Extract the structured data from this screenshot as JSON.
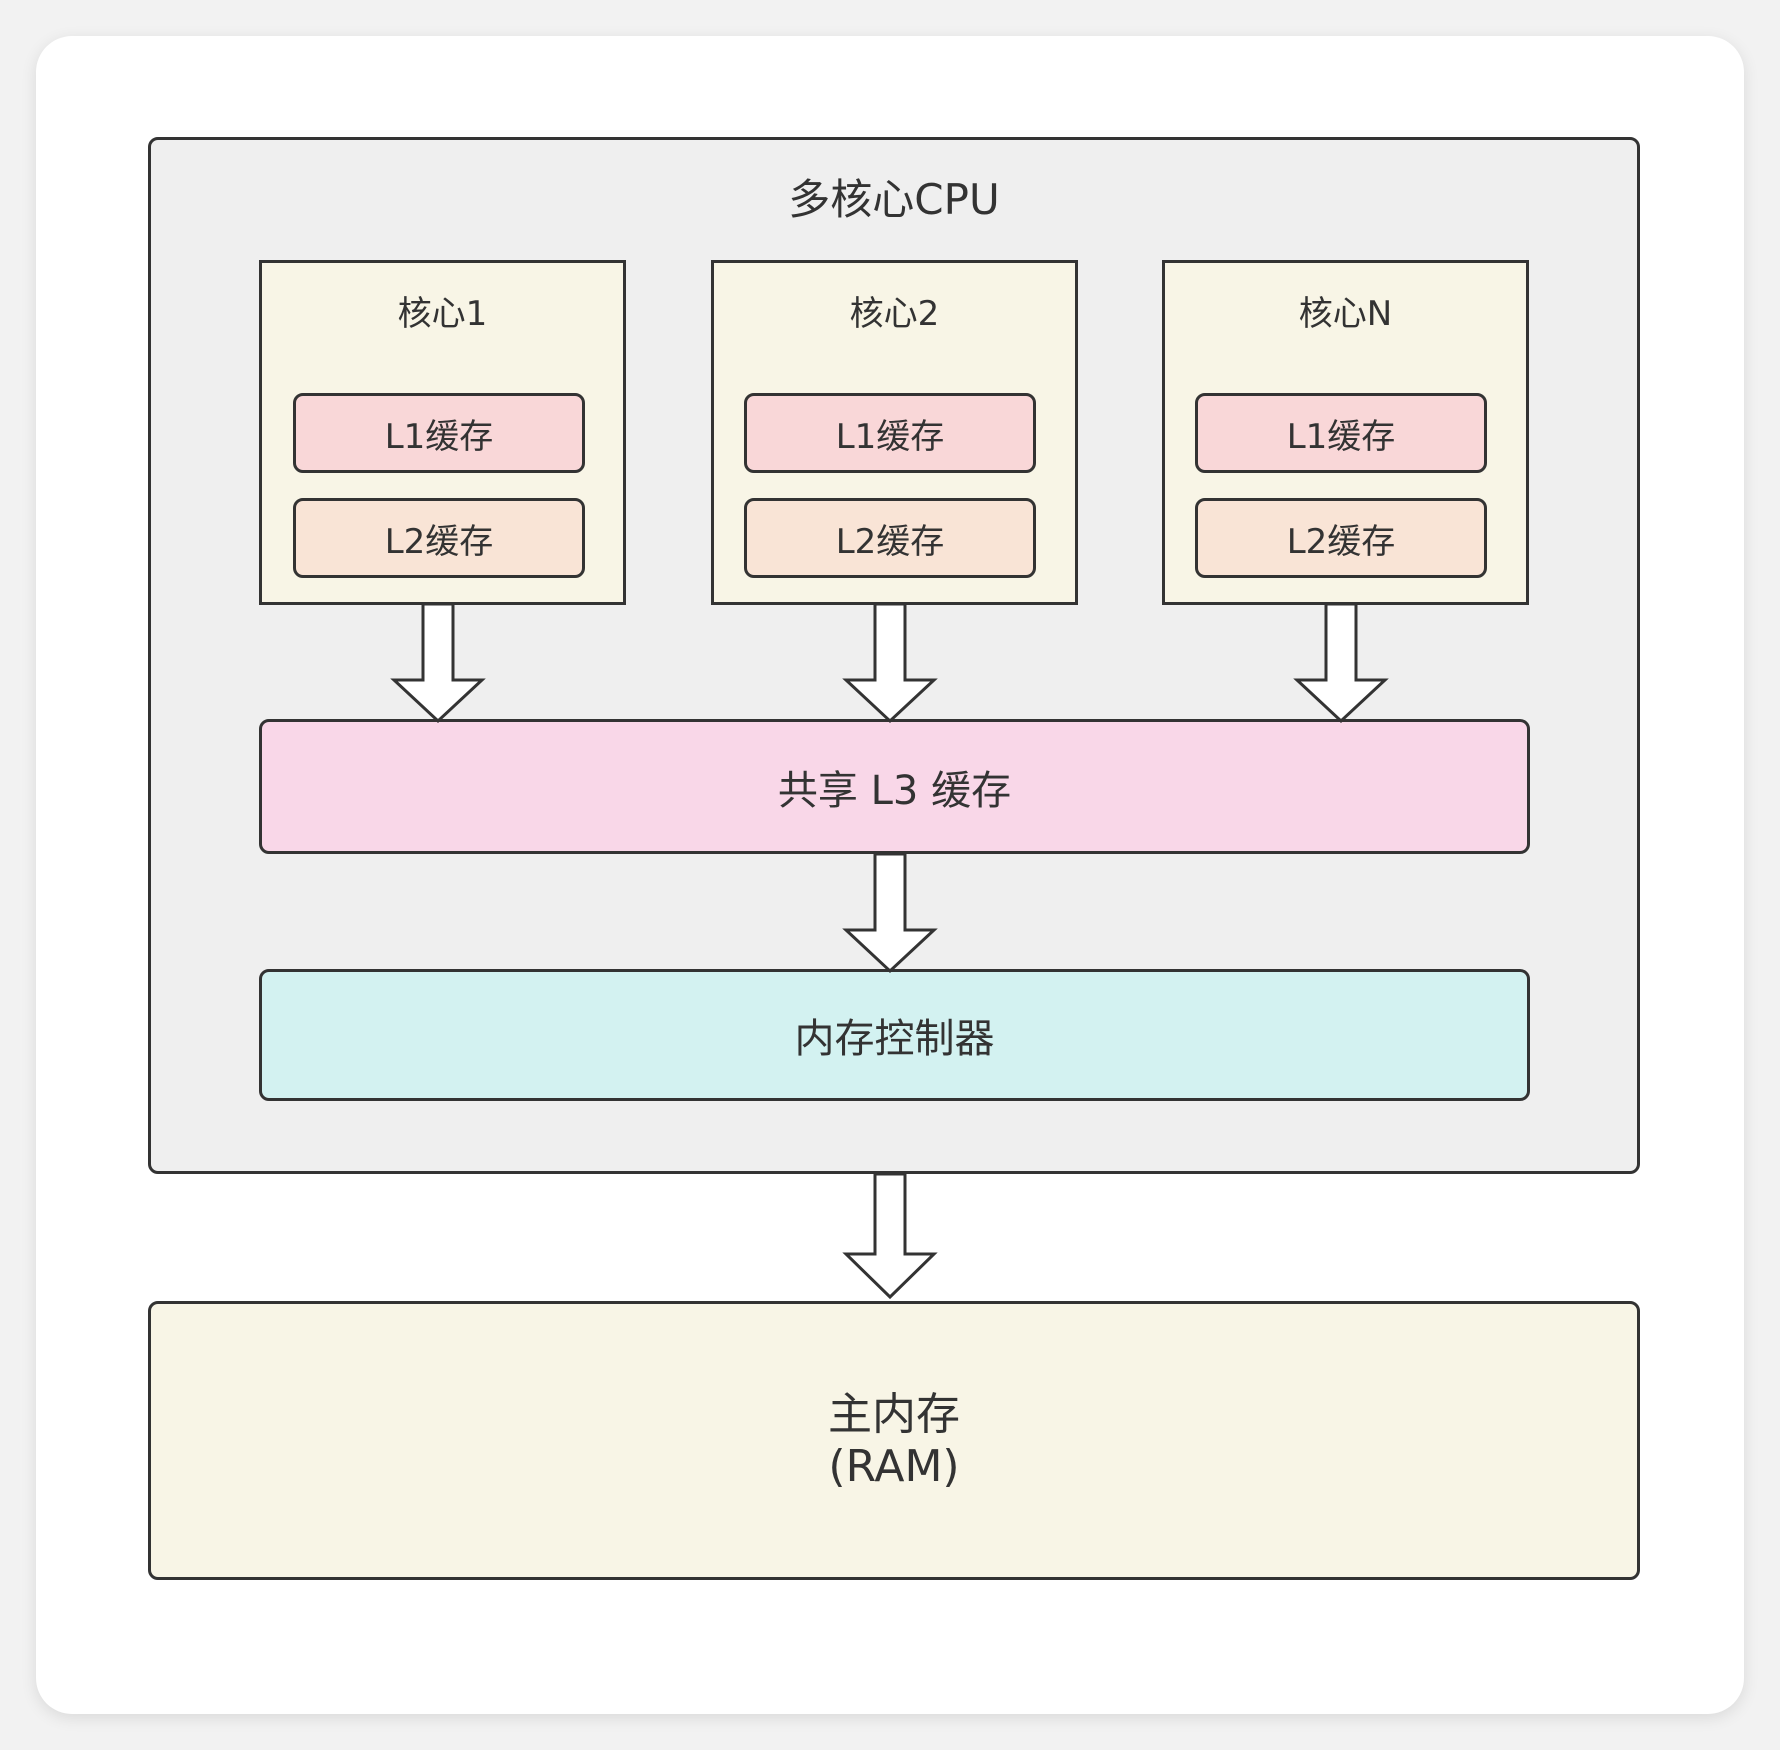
{
  "cpu": {
    "title": "多核心CPU"
  },
  "cores": [
    {
      "label": "核心1",
      "l1": "L1缓存",
      "l2": "L2缓存"
    },
    {
      "label": "核心2",
      "l1": "L1缓存",
      "l2": "L2缓存"
    },
    {
      "label": "核心N",
      "l1": "L1缓存",
      "l2": "L2缓存"
    }
  ],
  "l3": {
    "label": "共享 L3 缓存"
  },
  "memory_controller": {
    "label": "内存控制器"
  },
  "ram": {
    "line1": "主内存",
    "line2": "(RAM)"
  },
  "colors": {
    "cpu_bg": "#efefef",
    "core_bg": "#f8f5e6",
    "l1_bg": "#f9d7d8",
    "l2_bg": "#f9e4d6",
    "l3_bg": "#f9d7e8",
    "memctl_bg": "#d3f2f1",
    "ram_bg": "#f8f5e6",
    "stroke": "#333333"
  }
}
